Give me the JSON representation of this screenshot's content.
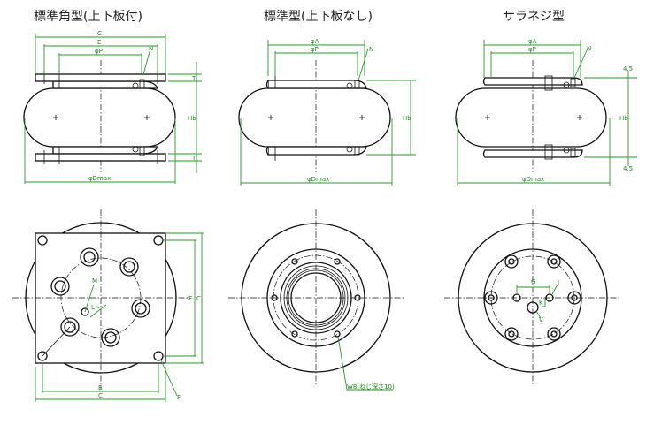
{
  "titles": {
    "square": "標準角型(上下板付)",
    "standard": "標準型(上下板なし)",
    "flange": "サラネジ型"
  },
  "labels": {
    "C": "C",
    "E": "E",
    "P": "φP",
    "A": "φA",
    "N": "N",
    "T": "T",
    "Hb": "Hb",
    "Dmax": "φDmax",
    "M": "M",
    "L": "L",
    "F": "F",
    "G": "G",
    "J": "J",
    "K": "K",
    "V": "V",
    "t45": "4.5",
    "w8": "W8(ねじ深さ10)"
  },
  "colors": {
    "dimension": "#1e8a1e",
    "outline": "#111111"
  }
}
